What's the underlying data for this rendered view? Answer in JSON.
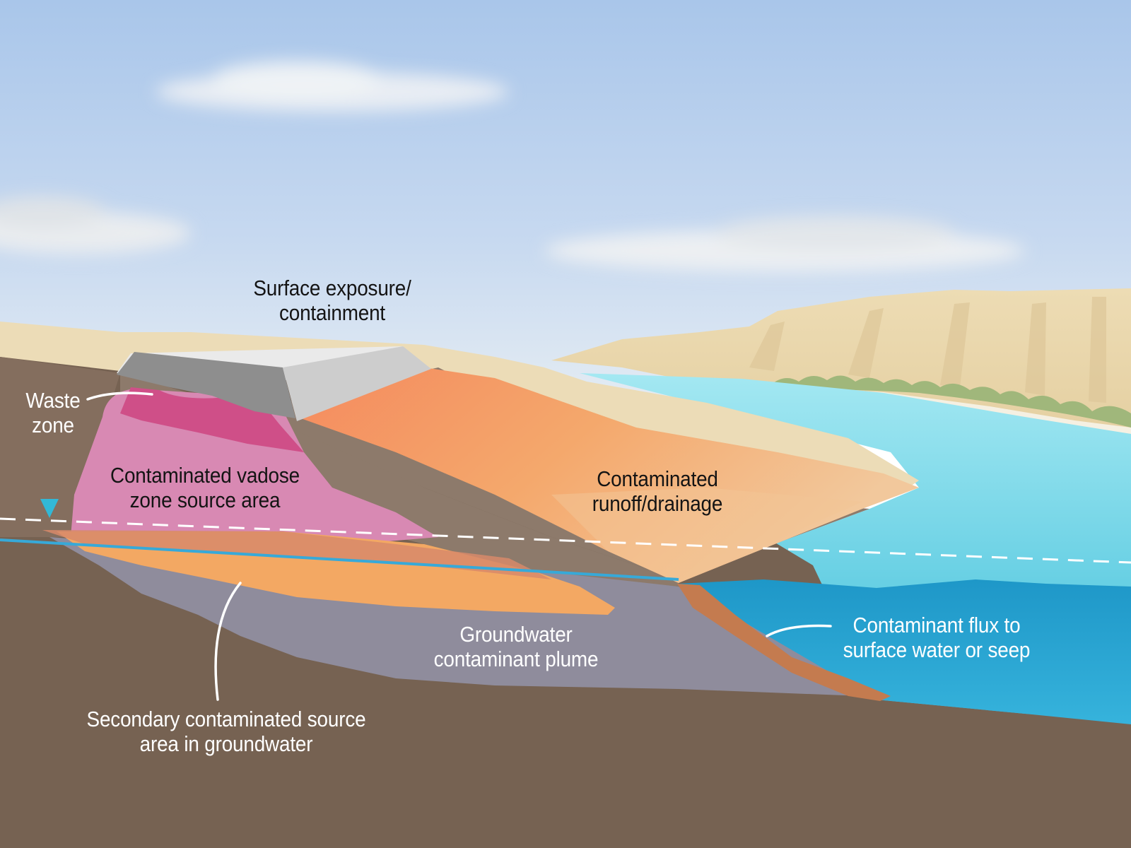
{
  "labels": {
    "surface_exposure": [
      "Surface exposure/",
      "containment"
    ],
    "waste_zone": [
      "Waste",
      "zone"
    ],
    "vadose_zone": [
      "Contaminated vadose",
      "zone source area"
    ],
    "runoff": [
      "Contaminated",
      "runoff/drainage"
    ],
    "groundwater_plume": [
      "Groundwater",
      "contaminant plume"
    ],
    "contaminant_flux": [
      "Contaminant flux to",
      "surface water or seep"
    ],
    "secondary_source": [
      "Secondary contaminated source",
      "area in groundwater"
    ]
  },
  "colors": {
    "sky_top": "#a9c6ea",
    "sky_bottom": "#e8eef4",
    "bedrock": "#7a6555",
    "soil_brown": "#8c7a6a",
    "waste_pink": "#cc4f86",
    "vadose_pink": "#d98ab4",
    "runoff_orange": "#f4a066",
    "runoff_light": "#f2c49a",
    "plume_gray": "#8f8c9c",
    "secondary_orange": "#f2a863",
    "water_light": "#62cfe3",
    "water_deep": "#1f9ccc",
    "flux_brown": "#c47a4e",
    "cliff_sand": "#ead9b0",
    "vegetation": "#a2b87c",
    "water_table": "#37a9d8"
  }
}
